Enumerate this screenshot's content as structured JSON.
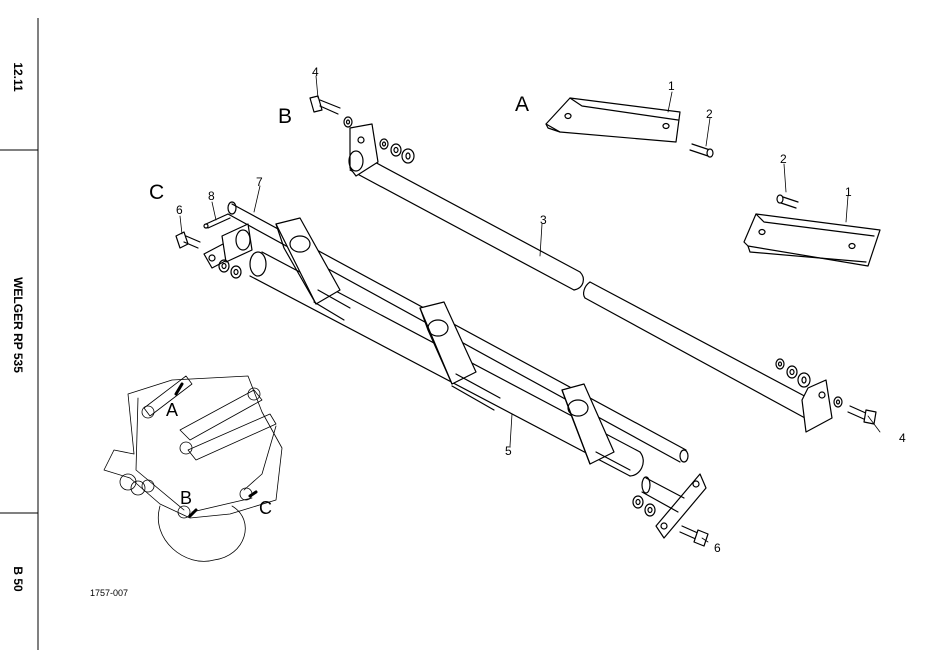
{
  "sidebar": {
    "date": "12.11",
    "model": "WELGER RP 535",
    "page": "B 50"
  },
  "drawing_number": "1757-007",
  "callouts": {
    "c1a": "1",
    "c1b": "1",
    "c2a": "2",
    "c2b": "2",
    "c3": "3",
    "c4a": "4",
    "c4b": "4",
    "c5": "5",
    "c6a": "6",
    "c6b": "6",
    "c7": "7",
    "c8": "8"
  },
  "view_letters": {
    "a": "A",
    "b": "B",
    "c": "C"
  },
  "inset_letters": {
    "a": "A",
    "b": "B",
    "c": "C"
  }
}
